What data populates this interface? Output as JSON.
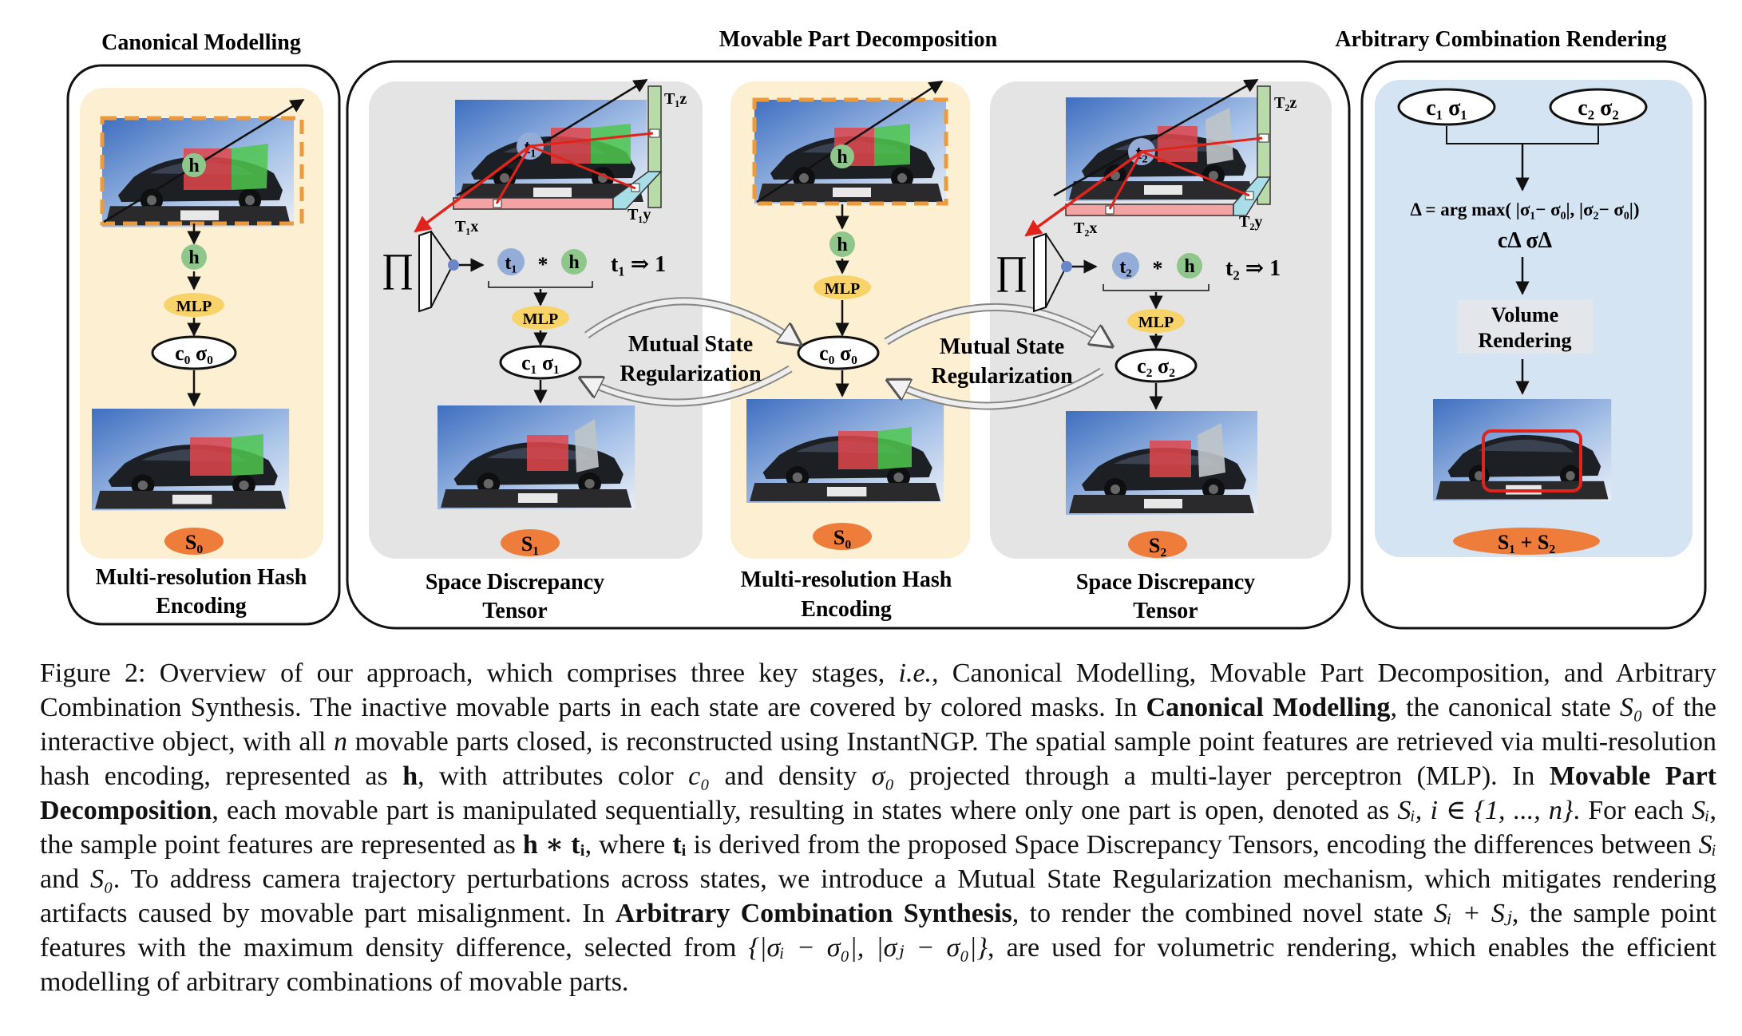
{
  "figure": {
    "stage_titles": {
      "canonical": "Canonical Modelling",
      "movable": "Movable Part Decomposition",
      "arbitrary": "Arbitrary Combination Rendering"
    },
    "bottom_labels": {
      "hash_left_1": "Multi-resolution Hash",
      "hash_left_2": "Encoding",
      "sdt1_1": "Space Discrepancy",
      "sdt1_2": "Tensor",
      "hash_mid_1": "Multi-resolution Hash",
      "hash_mid_2": "Encoding",
      "sdt2_1": "Space Discrepancy",
      "sdt2_2": "Tensor"
    },
    "nodes": {
      "h": "h",
      "mlp": "MLP",
      "c0s0": "c₀ σ₀",
      "c1s1": "c₁ σ₁",
      "c2s2": "c₂ σ₂",
      "t1": "t₁",
      "t2": "t₂",
      "star": "*",
      "t1_implies": "t₁ ⇒ 1",
      "t2_implies": "t₂ ⇒ 1",
      "prod": "∏",
      "T1z": "T₁z",
      "T1x": "T₁x",
      "T1y": "T₁y",
      "T2z": "T₂z",
      "T2x": "T₂x",
      "T2y": "T₂y"
    },
    "mutual": {
      "line1": "Mutual State",
      "line2": "Regularization"
    },
    "states": {
      "s0": "S₀",
      "s1": "S₁",
      "s2": "S₂",
      "s12": "S₁ + S₂"
    },
    "arbitrary": {
      "c1s1": "c₁ σ₁",
      "c2s2": "c₂ σ₂",
      "formula": "Δ = arg max( |σ₁− σ₀|, |σ₂− σ₀|)",
      "cdsd": "cΔ σΔ",
      "vr1": "Volume",
      "vr2": "Rendering"
    },
    "colors": {
      "canonical_bg": "#fdf0d2",
      "sdt_bg": "#e4e4e4",
      "arbitrary_bg": "#d4e4f2",
      "mlp": "#f8d36a",
      "h_node": "#8fc68b",
      "t_node": "#94acd8",
      "state_badge": "#ee7d3b",
      "red_arrow": "#e0241c",
      "mask_red": "#e0474b",
      "mask_green": "#4ec74e",
      "dashed_box": "#ec9a3b"
    }
  },
  "caption": {
    "label": "Figure 2:",
    "s1": " Overview of our approach, which comprises three key stages, ",
    "ie": "i.e.,",
    "s2": " Canonical Modelling, Movable Part Decomposition, and Arbitrary Combination Synthesis.  The inactive movable parts in each state are covered by colored masks.  In ",
    "b1": "Canonical Modelling",
    "s3": ", the canonical state ",
    "m_S0": "S₀",
    "s4": " of the interactive object, with all ",
    "m_n": "n",
    "s5": " movable parts closed, is reconstructed using InstantNGP. The spatial sample point features are retrieved via multi-resolution hash encoding, represented as ",
    "m_h": "h",
    "s6": ", with attributes color ",
    "m_c0": "c₀",
    "s7": " and density ",
    "m_sig0": "σ₀",
    "s8": " projected through a multi-layer perceptron (MLP). In ",
    "b2": "Movable Part Decomposition",
    "s9": ", each movable part is manipulated sequentially, resulting in states where only one part is open, denoted as ",
    "m_Si_set": "Sᵢ, i ∈ {1, ..., n}",
    "s10": ". For each ",
    "m_Si": "Sᵢ",
    "s11": ", the sample point features are represented as ",
    "m_hti": "h ∗ tᵢ",
    "s12": ", where ",
    "m_ti": "tᵢ",
    "s13": " is derived from the proposed Space Discrepancy Tensors, encoding the differences between ",
    "m_Si2": "Sᵢ",
    "s14": " and ",
    "m_S02": "S₀",
    "s15": ".  To address camera trajectory perturbations across states, we introduce a Mutual State Regularization mechanism, which mitigates rendering artifacts caused by movable part misalignment. In ",
    "b3": "Arbitrary Combination Synthesis",
    "s16": ", to render the combined novel state ",
    "m_SiSj": "Sᵢ + Sⱼ",
    "s17": ", the sample point features with the maximum density difference, selected from ",
    "m_set": "{|σᵢ − σ₀|, |σⱼ − σ₀|}",
    "s18": ", are used for volumetric rendering, which enables the efficient modelling of arbitrary combinations of movable parts."
  }
}
